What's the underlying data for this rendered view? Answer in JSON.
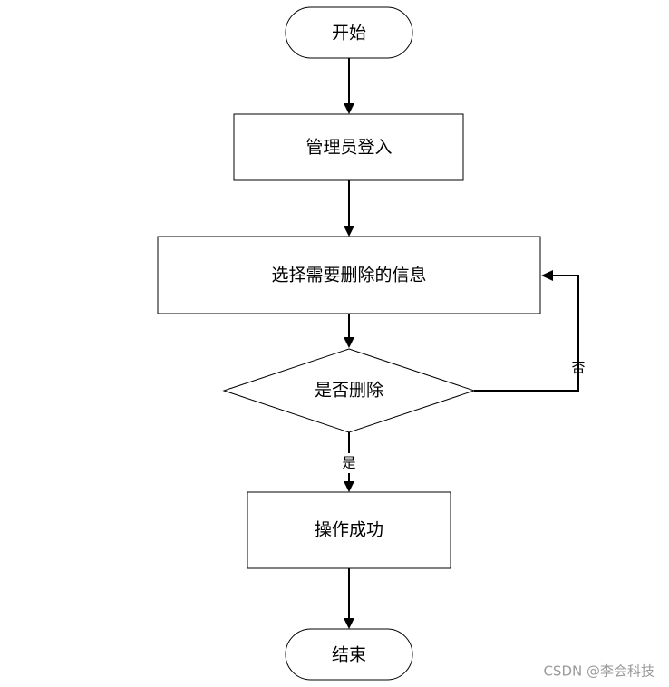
{
  "nodes": {
    "start": "开始",
    "admin_login": "管理员登入",
    "select_info": "选择需要删除的信息",
    "decision": "是否删除",
    "success": "操作成功",
    "end": "结束"
  },
  "edges": {
    "yes_label": "是",
    "no_label": "否"
  },
  "watermark": "CSDN @李会科技",
  "colors": {
    "stroke": "#000000",
    "fill": "#ffffff",
    "watermark": "#9a9a9a"
  }
}
